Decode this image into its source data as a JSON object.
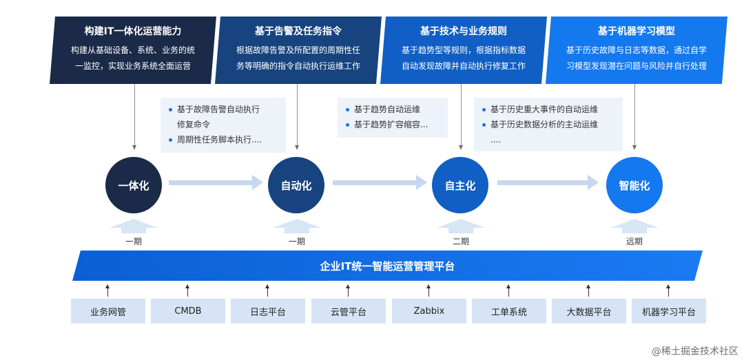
{
  "cards": [
    {
      "title": "构建IT一体化运营能力",
      "desc": [
        "构建从基础设备、系统、业务的统",
        "一监控，实现业务系统全面运营"
      ],
      "color": "#1a2a48"
    },
    {
      "title": "基于告警及任务指令",
      "desc": [
        "根据故障告警及所配置的周期性任",
        "务等明确的指令自动执行运维工作"
      ],
      "color": "#17437e"
    },
    {
      "title": "基于技术与业务规则",
      "desc": [
        "基于趋势型等规则，根据指标数据",
        "自动发现故障并自动执行修复工作"
      ],
      "color": "#115fc4"
    },
    {
      "title": "基于机器学习模型",
      "desc": [
        "基于历史故障与日志等数据，通过自学",
        "习模型发现潜在问题与风险并自行处理"
      ],
      "color": "#1478ee"
    }
  ],
  "notes": [
    {
      "items": [
        [
          "基于故障告警自动执行",
          "修复命令"
        ],
        [
          "周期性任务脚本执行...."
        ]
      ]
    },
    {
      "items": [
        [
          "基于趋势自动运维"
        ],
        [
          "基于趋势扩容缩容..."
        ]
      ]
    },
    {
      "items": [
        [
          "基于历史重大事件的自动运维"
        ],
        [
          "基于历史数据分析的主动运维",
          "...."
        ]
      ]
    }
  ],
  "stages": [
    {
      "label": "一体化",
      "phase": "一期",
      "color": "#1a2a48"
    },
    {
      "label": "自动化",
      "phase": "一期",
      "color": "#17437e"
    },
    {
      "label": "自主化",
      "phase": "二期",
      "color": "#115fc4"
    },
    {
      "label": "智能化",
      "phase": "远期",
      "color": "#1478ee"
    }
  ],
  "platform": {
    "label": "企业IT统一智能运营管理平台"
  },
  "sources": [
    "业务网管",
    "CMDB",
    "日志平台",
    "云管平台",
    "Zabbix",
    "工单系统",
    "大数据平台",
    "机器学习平台"
  ],
  "watermark": "@稀土掘金技术社区"
}
